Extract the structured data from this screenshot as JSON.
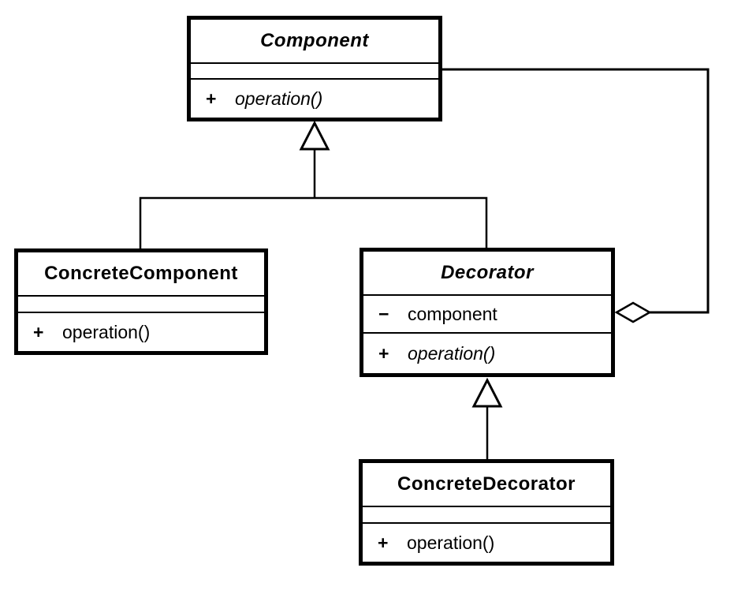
{
  "colors": {
    "ink": "#000000",
    "background": "#ffffff"
  },
  "classes": {
    "component": {
      "name": "Component",
      "stereotype": "abstract",
      "attributes": [],
      "operations": [
        {
          "visibility": "+",
          "signature": "operation()",
          "abstract": true
        }
      ]
    },
    "concrete_component": {
      "name": "ConcreteComponent",
      "attributes": [],
      "operations": [
        {
          "visibility": "+",
          "signature": "operation()",
          "abstract": false
        }
      ]
    },
    "decorator": {
      "name": "Decorator",
      "stereotype": "abstract",
      "attributes": [
        {
          "visibility": "−",
          "name": "component"
        }
      ],
      "operations": [
        {
          "visibility": "+",
          "signature": "operation()",
          "abstract": true
        }
      ]
    },
    "concrete_decorator": {
      "name": "ConcreteDecorator",
      "attributes": [],
      "operations": [
        {
          "visibility": "+",
          "signature": "operation()",
          "abstract": false
        }
      ]
    }
  },
  "relationships": [
    {
      "type": "generalization",
      "from": "ConcreteComponent",
      "to": "Component",
      "marker": "hollow-triangle"
    },
    {
      "type": "generalization",
      "from": "Decorator",
      "to": "Component",
      "marker": "hollow-triangle"
    },
    {
      "type": "generalization",
      "from": "ConcreteDecorator",
      "to": "Decorator",
      "marker": "hollow-triangle"
    },
    {
      "type": "aggregation",
      "from": "Decorator",
      "to": "Component",
      "marker": "hollow-diamond"
    }
  ]
}
